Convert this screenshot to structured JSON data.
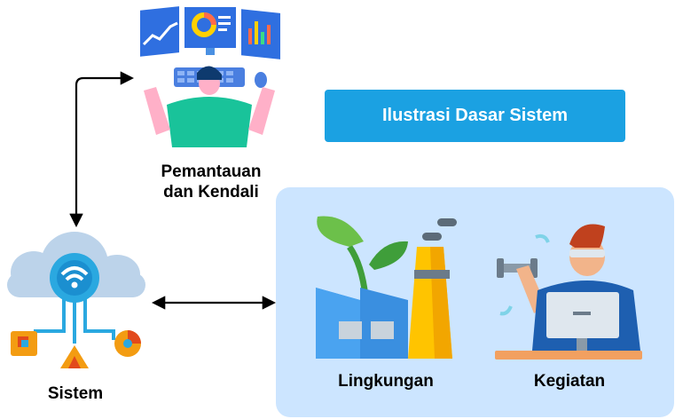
{
  "title": "Ilustrasi Dasar Sistem",
  "nodes": {
    "monitoring": {
      "label_line1": "Pemantauan",
      "label_line2": "dan Kendali",
      "icon": "monitoring-operator-icon"
    },
    "system": {
      "label": "Sistem",
      "icon": "cloud-network-icon"
    },
    "environment": {
      "label": "Lingkungan",
      "icon": "factory-plant-icon"
    },
    "activity": {
      "label": "Kegiatan",
      "icon": "person-exercise-icon"
    }
  },
  "edges": [
    {
      "from": "system",
      "to": "monitoring",
      "direction": "bidirectional"
    },
    {
      "from": "system",
      "to": "environment-panel",
      "direction": "bidirectional"
    }
  ],
  "colors": {
    "title_fill": "#1ba1e2",
    "panel_fill": "#cce5ff",
    "arrow": "#000000"
  }
}
